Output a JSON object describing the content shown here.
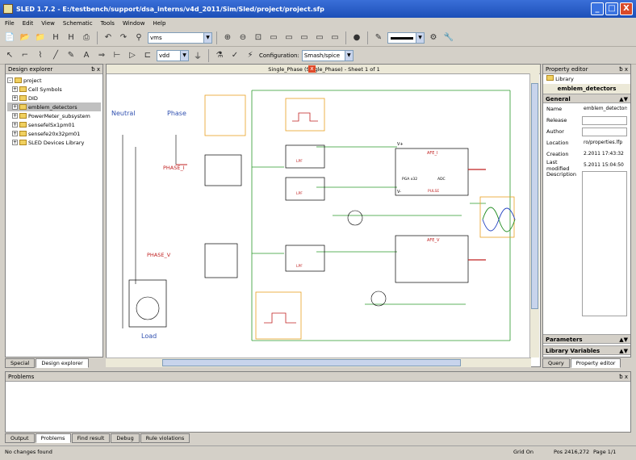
{
  "window": {
    "title": "SLED 1.7.2 - E:/testbench/support/dsa_interns/v4d_2011/Sim/Sled/project/project.sfp",
    "minimize": "_",
    "maximize": "□",
    "close": "X"
  },
  "menu": [
    "File",
    "Edit",
    "View",
    "Schematic",
    "Tools",
    "Window",
    "Help"
  ],
  "toolbar": {
    "search_combo": "vms",
    "vdd_combo": "vdd",
    "config_label": "Configuration:",
    "config_value": "Smash/spice"
  },
  "design_explorer": {
    "title": "Design explorer",
    "controls": "ƀ x",
    "root": "project",
    "items": [
      "Cell Symbols",
      "DID",
      "emblem_detectors",
      "PowerMeter_subsystem",
      "sensefelSx1pm01",
      "sensefe20x32pm01",
      "SLED Devices Library"
    ],
    "tabs": [
      "Special",
      "Design explorer"
    ]
  },
  "schematic": {
    "title": "Single_Phase (Single_Phase) - Sheet 1 of 1",
    "labels": {
      "neutral": "Neutral",
      "phase": "Phase",
      "phase_i": "PHASE_I",
      "phase_v": "PHASE_V",
      "load": "Load",
      "block_a": "AFE_I",
      "block_b": "AFE_V",
      "pga": "PGA x32",
      "adc": "ADC",
      "v_plus": "V+",
      "v_minus": "V-",
      "res1": "LPF",
      "res2": "LPF",
      "res3": "LPF",
      "opt": "PULSE"
    }
  },
  "property_editor": {
    "title": "Property editor",
    "controls": "ƀ x",
    "library_tab": "Library",
    "header": "emblem_detectors",
    "general": "General",
    "rows": [
      {
        "k": "Name",
        "v": "emblem_detectors"
      },
      {
        "k": "Release",
        "v": ""
      },
      {
        "k": "Author",
        "v": ""
      },
      {
        "k": "Location",
        "v": "ro/properties.lfp"
      },
      {
        "k": "Creation",
        "v": "2.2011 17:43:32"
      },
      {
        "k": "Last modified",
        "v": "5.2011 15:04:50"
      },
      {
        "k": "Description",
        "v": ""
      }
    ],
    "parameters": "Parameters",
    "library_variables": "Library Variables",
    "tabs": [
      "Query",
      "Property editor"
    ]
  },
  "problems": {
    "title": "Problems",
    "controls": "ƀ x",
    "tabs": [
      "Output",
      "Problems",
      "Find result",
      "Debug",
      "Rule violations"
    ]
  },
  "status": {
    "message": "No changes found",
    "grid": "Grid On",
    "pos": "Pos 2416,272",
    "page": "Page 1/1"
  }
}
